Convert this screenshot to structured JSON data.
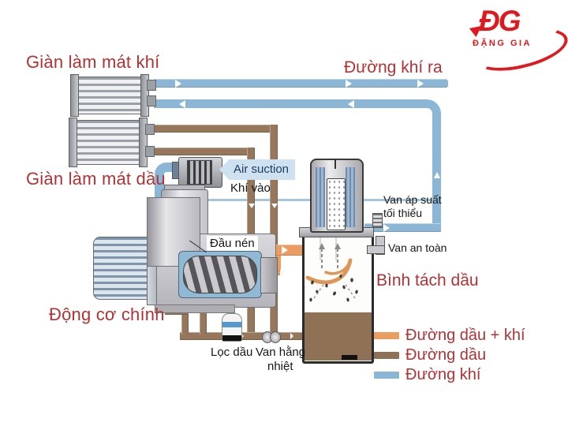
{
  "logo": {
    "monogram": "ĐG",
    "name": "ĐẶNG GIA"
  },
  "labels": {
    "air_cooler": "Giàn làm mát khí",
    "air_out": "Đường khí ra",
    "oil_cooler": "Giàn làm mát dầu",
    "air_suction_en": "Air suction",
    "air_suction_vi": "Khí vào",
    "compression_head": "Đầu nén",
    "min_pressure_valve_l1": "Van áp suất",
    "min_pressure_valve_l2": "tối thiểu",
    "safety_valve": "Van an toàn",
    "separator_tank": "Bình tách dầu",
    "main_motor": "Động cơ chính",
    "oil_filter": "Lọc dầu",
    "thermostatic_valve_l1": "Van hằng",
    "thermostatic_valve_l2": "nhiệt"
  },
  "legend": {
    "items": [
      {
        "label": "Đường dầu + khí",
        "color": "#eb9c61"
      },
      {
        "label": "Đường dầu",
        "color": "#8f7156"
      },
      {
        "label": "Đường khí",
        "color": "#8cb6d6"
      }
    ]
  },
  "colors": {
    "label_red": "#b13234",
    "pipe_air": "#8cb6d6",
    "pipe_oil": "#96775b",
    "pipe_oil_gas": "#eb9c61",
    "logo_red": "#e0191f"
  }
}
